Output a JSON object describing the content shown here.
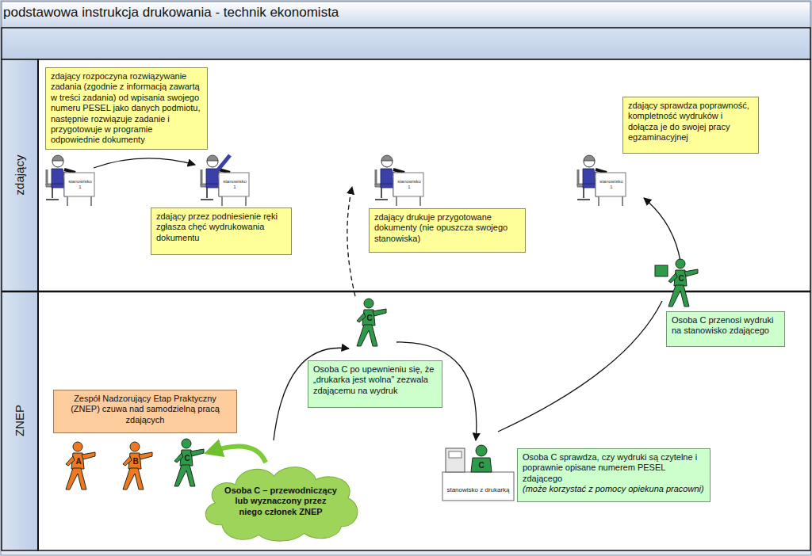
{
  "diagram": {
    "title": "podstawowa instrukcja drukowania - technik ekonomista",
    "nodes": [
      {
        "text": [
          "zdający"
        ]
      },
      {
        "text": [
          "ZNEP"
        ]
      },
      {
        "text": [
          "zdający rozpoczyna rozwiązywanie zadania (zgodnie z informacją zawartą w treści zadania) od wpisania swojego numeru PESEL jako danych podmiotu, następnie rozwiązuje zadanie i przygotowuje w programie odpowiednie dokumenty"
        ],
        "in": 0
      },
      {
        "text": [
          "zdający przez podniesienie ręki zgłasza chęć wydrukowania dokumentu"
        ],
        "in": 0
      },
      {
        "text": [
          "zdający drukuje przygotowane dokumenty (nie opuszcza swojego stanowiska)"
        ],
        "in": 0
      },
      {
        "text": [
          "zdający sprawdza poprawność, kompletność wydruków i dołącza je do swojej pracy egzaminacyjnej"
        ],
        "in": 0
      },
      {
        "text": [
          "Zespół Nadzorujący Etap Praktyczny (ZNEP) czuwa nad samodzielną pracą zdających"
        ],
        "in": 1
      },
      {
        "text": [
          "Osoba C – przewodniczący lub wyznaczony przez niego członek ZNEP"
        ],
        "in": 1
      },
      {
        "text": [
          "Osoba C po upewnieniu się, że „drukarka jest wolna” zezwala zdającemu na wydruk"
        ],
        "in": 1
      },
      {
        "text": [
          "Osoba C sprawdza, czy wydruki są czytelne i poprawnie opisane numerem PESEL zdającego",
          "(może korzystać z pomocy opiekuna pracowni)"
        ],
        "in": 1
      },
      {
        "text": [
          "Osoba C przenosi wydruki na stanowisko zdającego"
        ],
        "in": 1
      }
    ],
    "labels": [
      "stanowisko 1",
      "stanowisko 1",
      "stanowisko 1",
      "stanowisko 1",
      "C",
      "C",
      "A",
      "B",
      "C",
      "C",
      "stanowisko z drukarką"
    ]
  }
}
